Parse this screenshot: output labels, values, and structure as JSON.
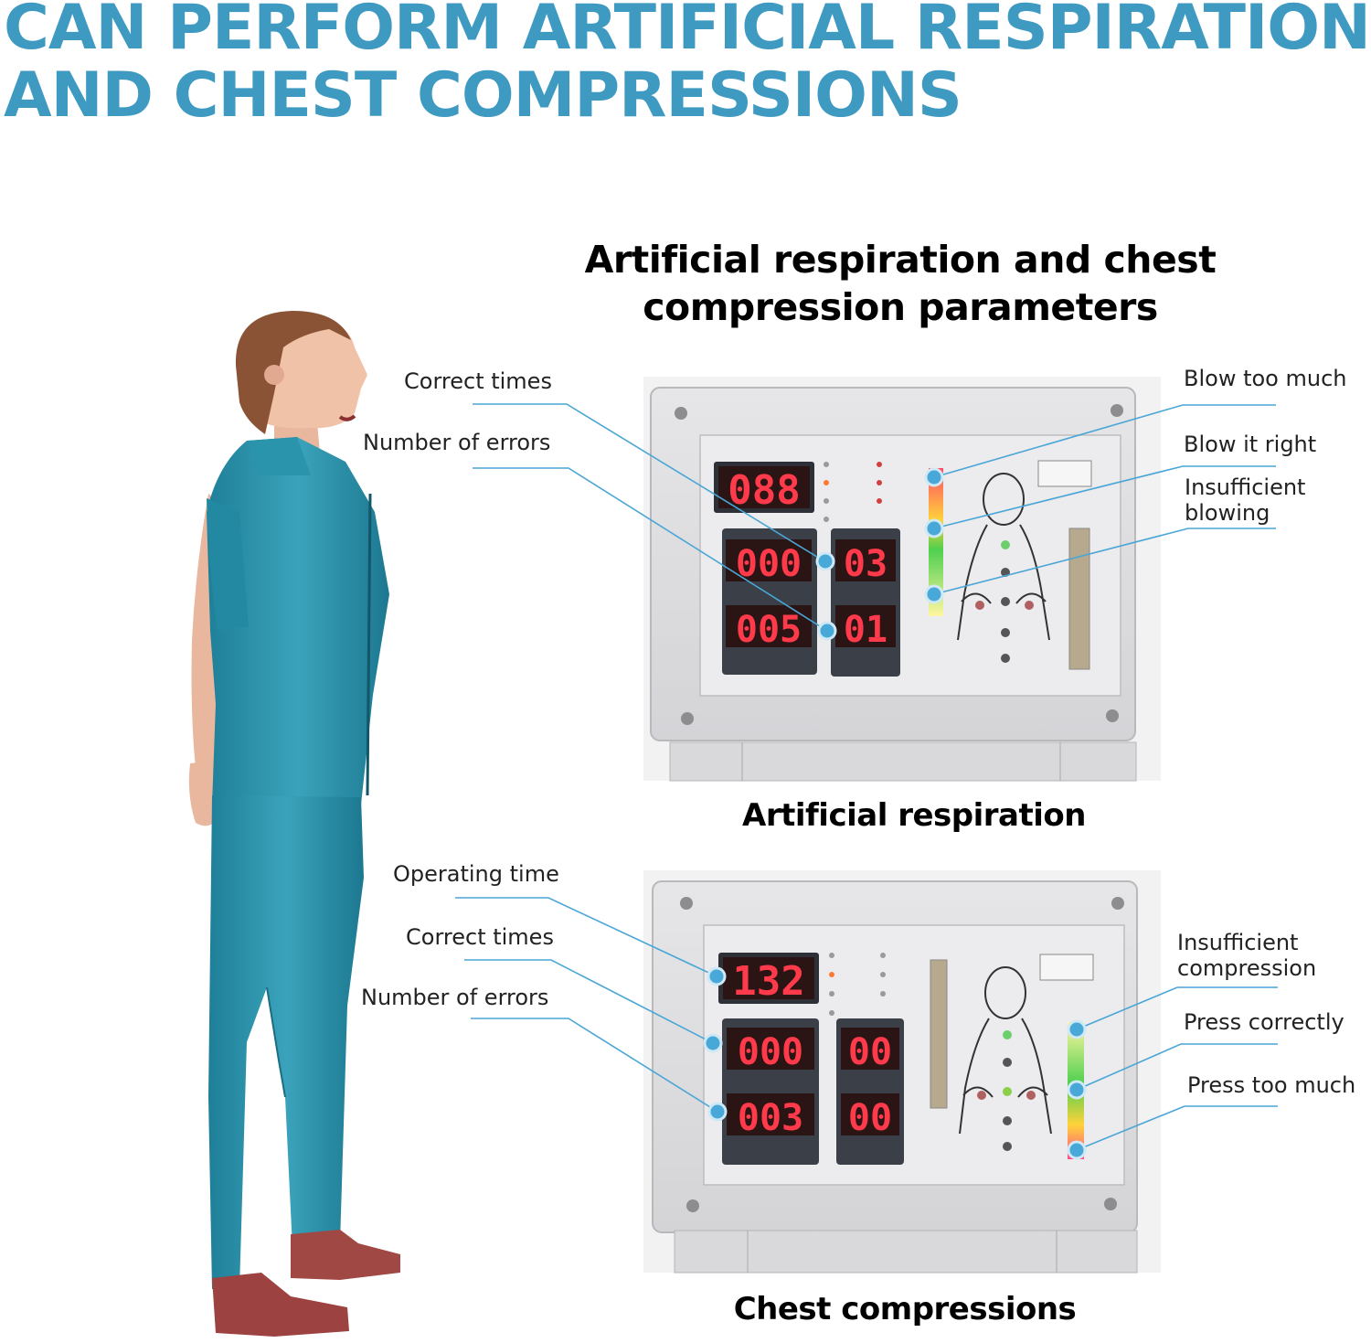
{
  "headline": {
    "line1": "CAN PERFORM ARTIFICIAL RESPIRATION",
    "line2": "AND CHEST COMPRESSIONS"
  },
  "section_title": {
    "line1": "Artificial respiration and chest",
    "line2": "compression parameters"
  },
  "panel_respiration": {
    "caption": "Artificial respiration",
    "left_labels": [
      "Correct times",
      "Number of errors"
    ],
    "right_labels": [
      "Blow too much",
      "Blow it right",
      "Insufficient blowing"
    ],
    "display_top": "088",
    "display_left_top": "000",
    "display_left_bottom": "005",
    "display_right_top": "03",
    "display_right_bottom": "01"
  },
  "panel_compression": {
    "caption": "Chest compressions",
    "left_labels": [
      "Operating time",
      "Correct times",
      "Number of errors"
    ],
    "right_labels": [
      "Insufficient compression",
      "Press correctly",
      "Press too much"
    ],
    "display_top": "132",
    "display_left_top": "000",
    "display_left_bottom": "003",
    "display_right_top": "00",
    "display_right_bottom": "00"
  },
  "colors": {
    "headline": "#3f9ac2",
    "accent_dot": "#48a8d8",
    "led_red": "#ff3a4a",
    "scrubs": "#2a8fa8"
  },
  "icons": [
    "cpr-manikin-figure",
    "control-panel-respiration",
    "control-panel-compression"
  ]
}
